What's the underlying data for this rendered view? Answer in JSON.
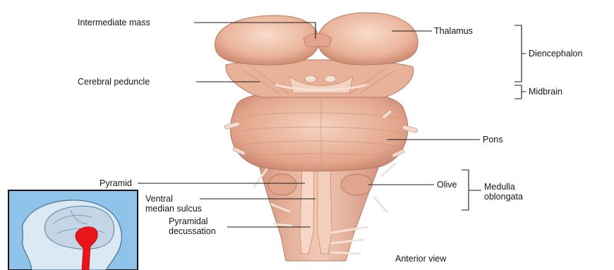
{
  "labels": {
    "intermediate_mass": "Intermediate mass",
    "cerebral_peduncle": "Cerebral peduncle",
    "pyramid": "Pyramid",
    "ventral_median_sulcus": "Ventral\nmedian sulcus",
    "pyramidal_decussation": "Pyramidal\ndecussation",
    "thalamus": "Thalamus",
    "diencephalon": "Diencephalon",
    "midbrain": "Midbrain",
    "pons": "Pons",
    "olive": "Olive",
    "medulla_oblongata": "Medulla\noblongata",
    "view": "Anterior view"
  },
  "colors": {
    "tissue_light": "#f4cdb8",
    "tissue_mid": "#e7a98e",
    "tissue_dark": "#c98670",
    "inset_background": "#8fc3ea",
    "highlight": "#e8151b"
  }
}
